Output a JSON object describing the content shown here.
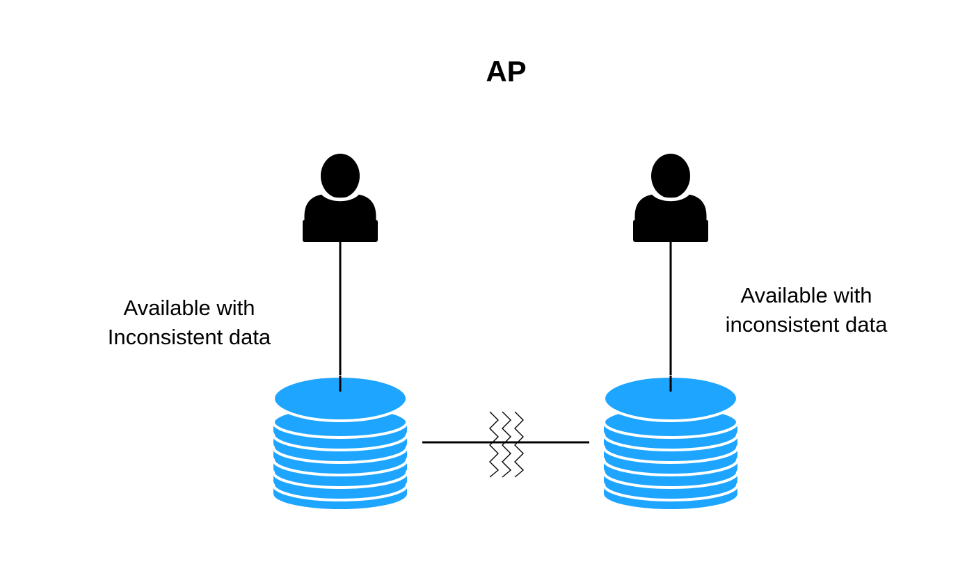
{
  "diagram": {
    "title": "AP",
    "accent_color": "#1ea5ff",
    "nodes": [
      {
        "id": "left",
        "user_icon": "user-icon",
        "database_icon": "database-icon",
        "label_line1": "Available with",
        "label_line2": "Inconsistent data"
      },
      {
        "id": "right",
        "user_icon": "user-icon",
        "database_icon": "database-icon",
        "label_line1": "Available with",
        "label_line2": "inconsistent data"
      }
    ],
    "link": {
      "state": "partitioned",
      "icon": "network-partition-icon"
    }
  }
}
